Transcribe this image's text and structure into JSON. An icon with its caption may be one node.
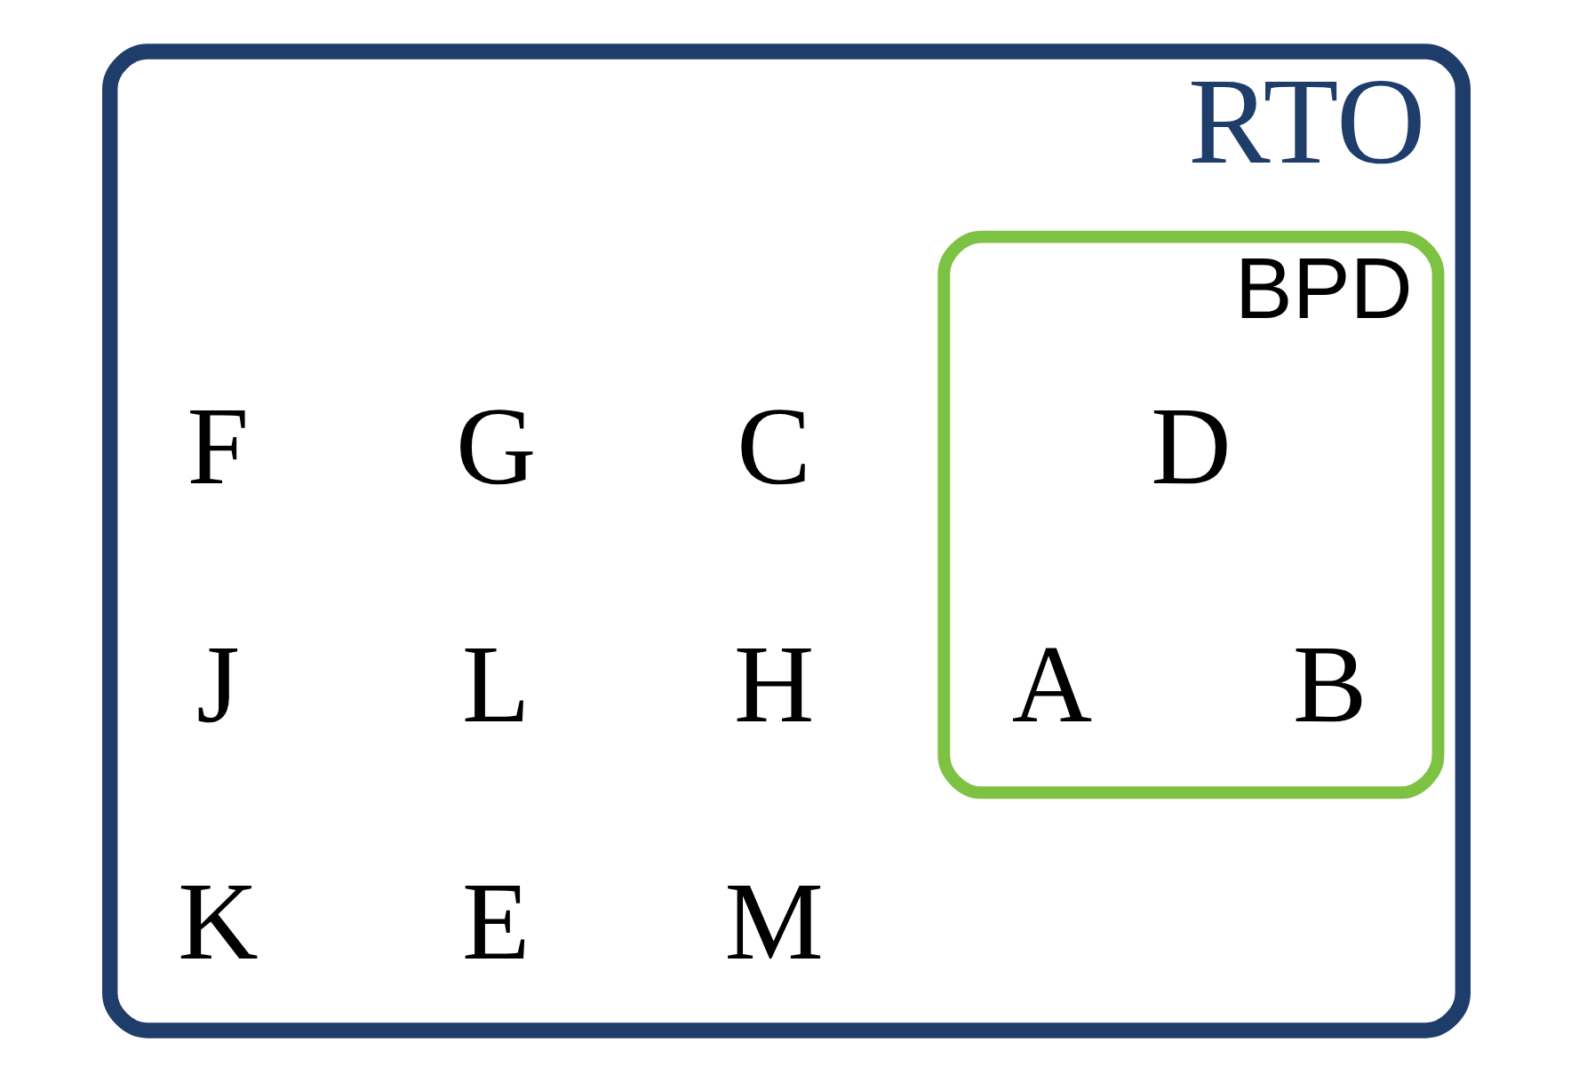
{
  "diagram": {
    "nodes": [
      {
        "text": [
          "RTO"
        ]
      },
      {
        "text": [
          "BPD"
        ],
        "in": 0
      }
    ],
    "labels": [
      "D",
      "C",
      "G",
      "A",
      "B",
      "F",
      "H",
      "L",
      "J",
      "M",
      "E",
      "K"
    ]
  }
}
